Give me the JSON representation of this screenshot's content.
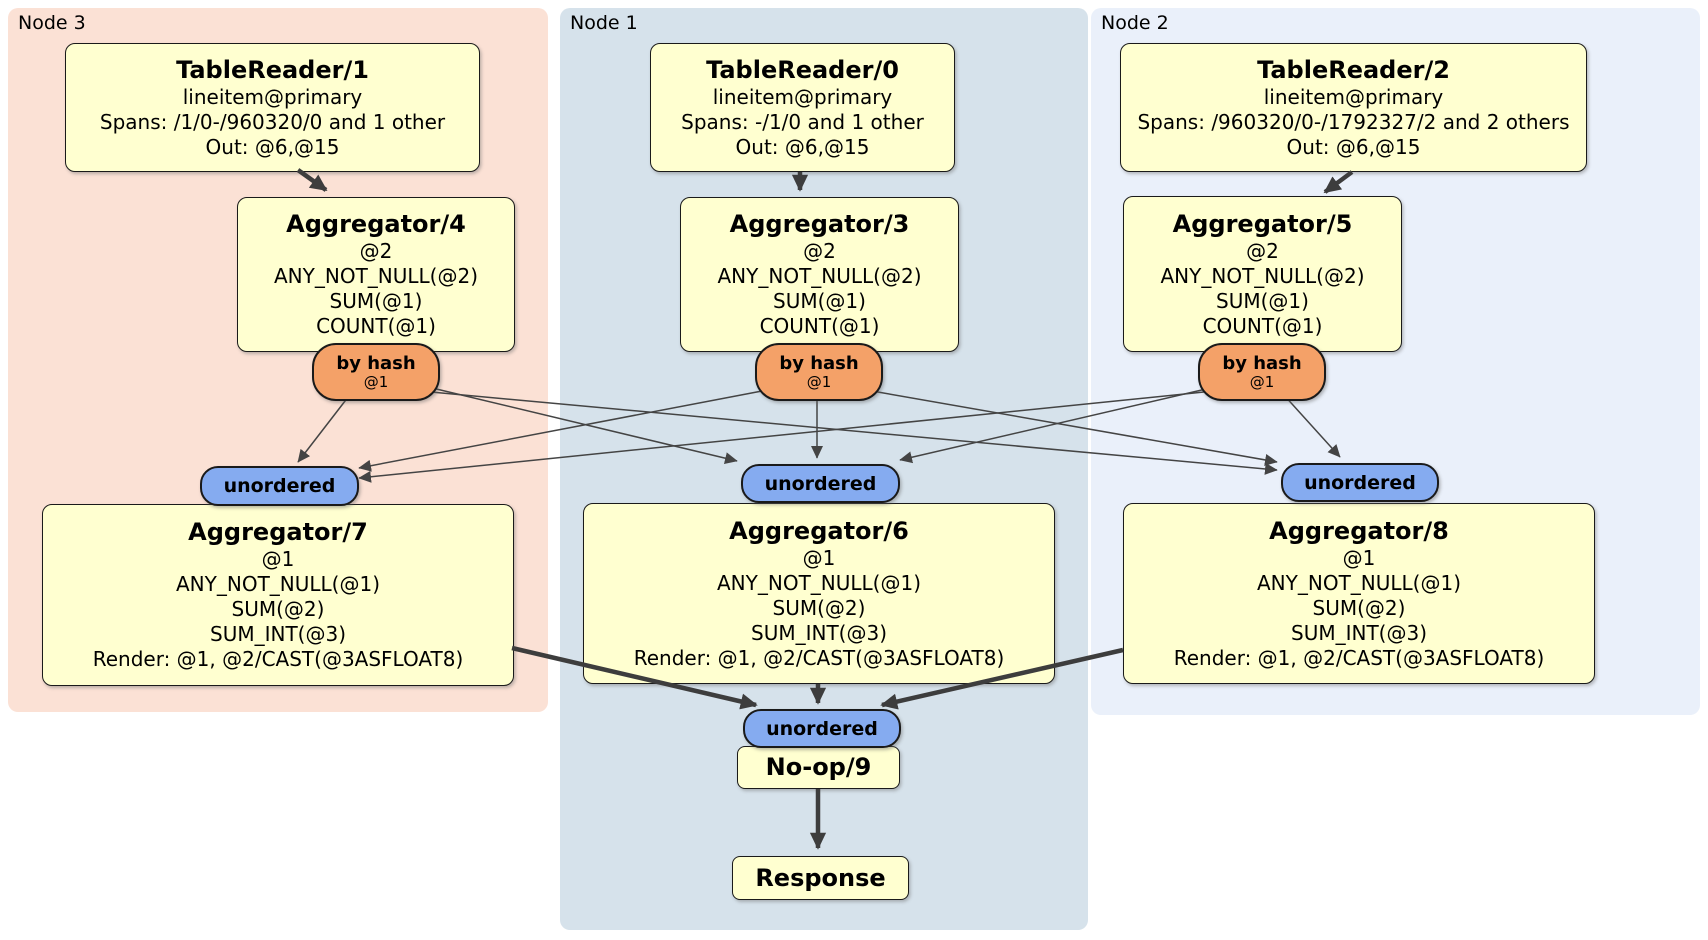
{
  "regions": [
    {
      "id": "node3",
      "label": "Node 3"
    },
    {
      "id": "node1",
      "label": "Node 1"
    },
    {
      "id": "node2",
      "label": "Node 2"
    }
  ],
  "processors": {
    "tablereader1": {
      "title": "TableReader/1",
      "lines": [
        "lineitem@primary",
        "Spans: /1/0-/960320/0 and 1 other",
        "Out: @6,@15"
      ]
    },
    "tablereader0": {
      "title": "TableReader/0",
      "lines": [
        "lineitem@primary",
        "Spans: -/1/0 and 1 other",
        "Out: @6,@15"
      ]
    },
    "tablereader2": {
      "title": "TableReader/2",
      "lines": [
        "lineitem@primary",
        "Spans: /960320/0-/1792327/2 and 2 others",
        "Out: @6,@15"
      ]
    },
    "aggregator4": {
      "title": "Aggregator/4",
      "lines": [
        "@2",
        "ANY_NOT_NULL(@2)",
        "SUM(@1)",
        "COUNT(@1)"
      ]
    },
    "aggregator3": {
      "title": "Aggregator/3",
      "lines": [
        "@2",
        "ANY_NOT_NULL(@2)",
        "SUM(@1)",
        "COUNT(@1)"
      ]
    },
    "aggregator5": {
      "title": "Aggregator/5",
      "lines": [
        "@2",
        "ANY_NOT_NULL(@2)",
        "SUM(@1)",
        "COUNT(@1)"
      ]
    },
    "aggregator7": {
      "title": "Aggregator/7",
      "lines": [
        "@1",
        "ANY_NOT_NULL(@1)",
        "SUM(@2)",
        "SUM_INT(@3)",
        "Render: @1, @2/CAST(@3ASFLOAT8)"
      ]
    },
    "aggregator6": {
      "title": "Aggregator/6",
      "lines": [
        "@1",
        "ANY_NOT_NULL(@1)",
        "SUM(@2)",
        "SUM_INT(@3)",
        "Render: @1, @2/CAST(@3ASFLOAT8)"
      ]
    },
    "aggregator8": {
      "title": "Aggregator/8",
      "lines": [
        "@1",
        "ANY_NOT_NULL(@1)",
        "SUM(@2)",
        "SUM_INT(@3)",
        "Render: @1, @2/CAST(@3ASFLOAT8)"
      ]
    },
    "noop": {
      "title": "No-op/9"
    },
    "response": {
      "title": "Response"
    }
  },
  "connectors": {
    "by_hash": {
      "label": "by hash",
      "detail": "@1"
    },
    "unordered": {
      "label": "unordered"
    }
  },
  "colors": {
    "node3_bg": "#FBE1D5",
    "node1_bg": "#D6E2EB",
    "node2_bg": "#EAF0FA",
    "box_fill": "#FFFFD0",
    "box_border": "#1a1a1a",
    "hash_fill": "#F4A168",
    "unordered_fill": "#85ABF0",
    "edge_thin": "#444444",
    "edge_thick": "#3d3d3d",
    "text": "#000000"
  }
}
